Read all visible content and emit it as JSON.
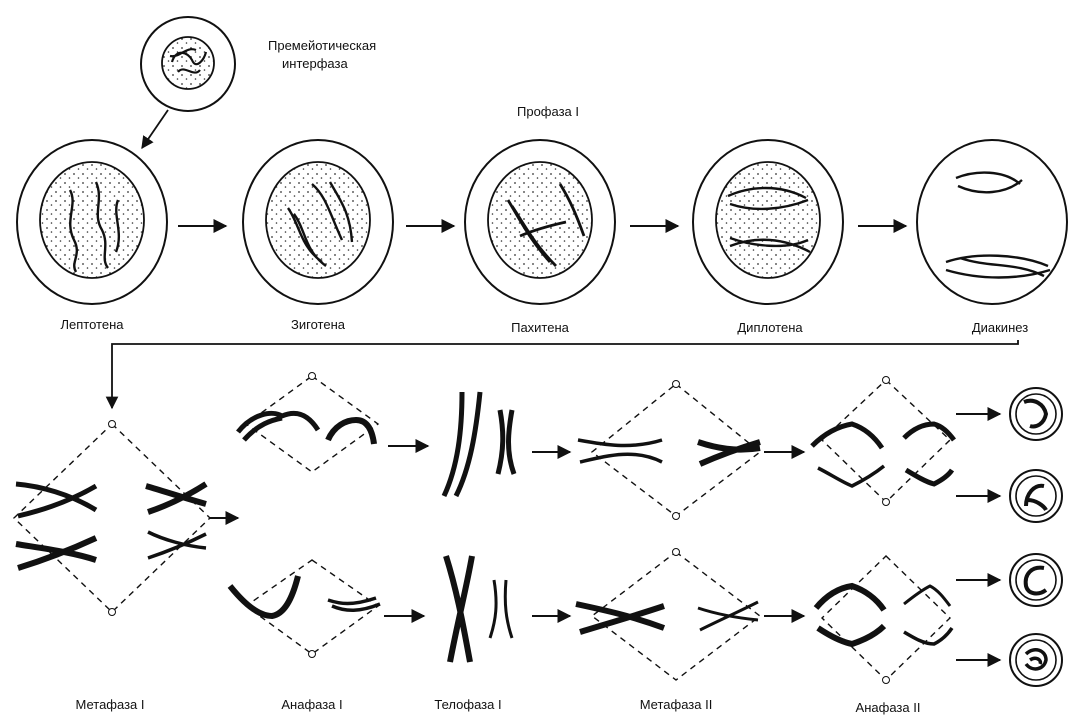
{
  "premeiotic": {
    "line1": "Премейотическая",
    "line2": "интерфаза"
  },
  "prophase_title": "Профаза I",
  "prophase_stages": [
    "Лептотена",
    "Зиготена",
    "Пахитена",
    "Диплотена",
    "Диакинез"
  ],
  "division_stages": [
    "Метафаза I",
    "Анафаза I",
    "Телофаза I",
    "Метафаза II",
    "Анафаза II"
  ]
}
